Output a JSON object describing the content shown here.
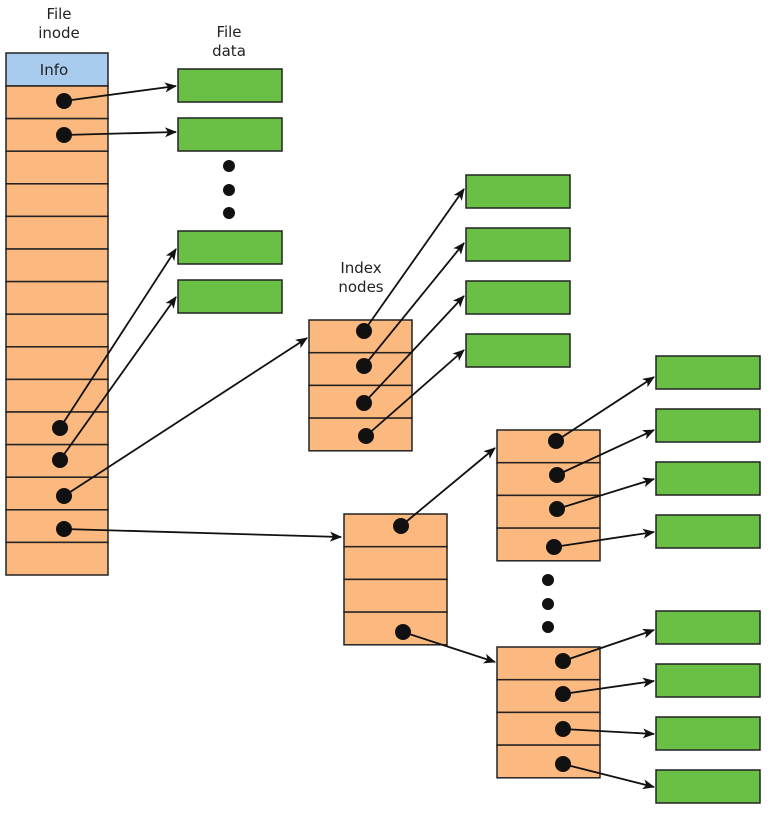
{
  "labels": {
    "inode_line1": "File",
    "inode_line2": "inode",
    "data_line1": "File",
    "data_line2": "data",
    "index_line1": "Index",
    "index_line2": "nodes",
    "info": "Info"
  },
  "colors": {
    "inode_cell": "#fbb97f",
    "info_cell": "#a9cbed",
    "data_block": "#6abf45",
    "outline": "#222222"
  }
}
